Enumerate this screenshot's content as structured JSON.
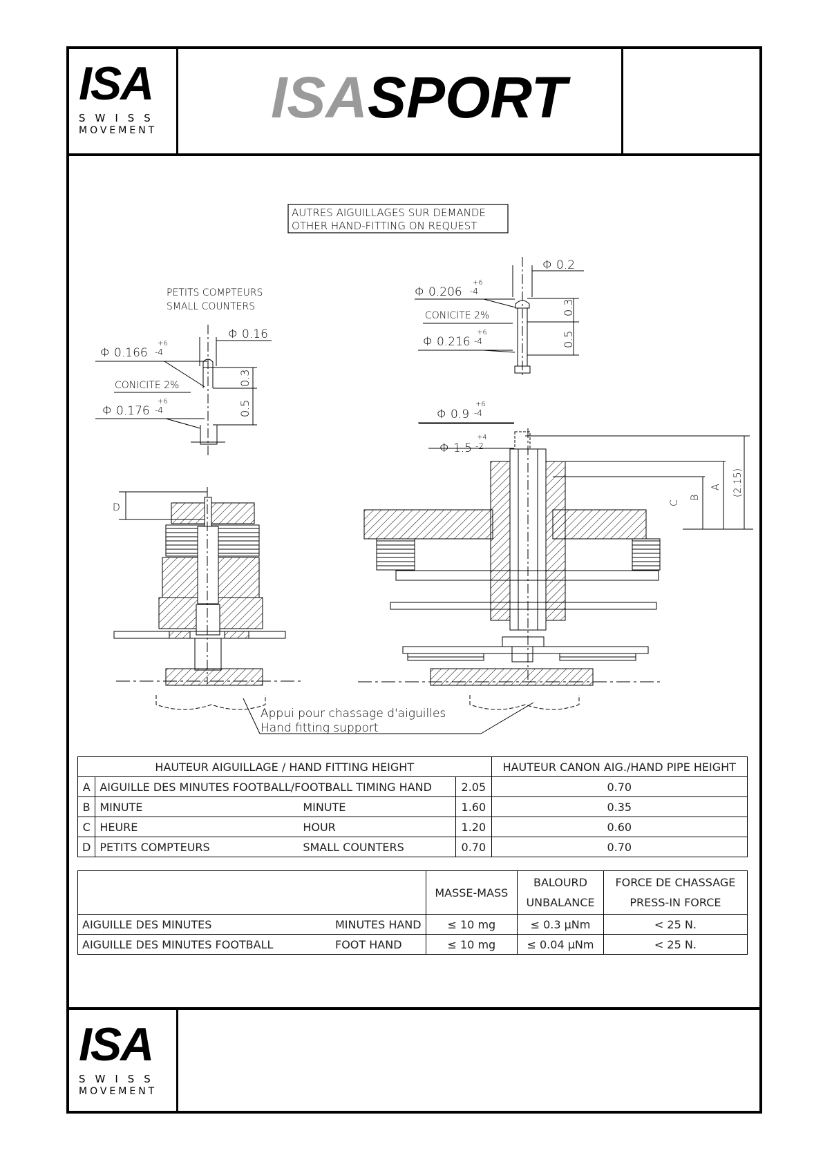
{
  "header": {
    "logo": {
      "word": "ISA",
      "line1": "SWISS",
      "line2": "MOVEMENT"
    },
    "brand": {
      "part1": "ISA",
      "part2": "SPORT"
    }
  },
  "footer": {
    "logo": {
      "word": "ISA",
      "line1": "SWISS",
      "line2": "MOVEMENT"
    }
  },
  "drawing": {
    "note_line1": "AUTRES AIGUILLAGES SUR DEMANDE",
    "note_line2": "OTHER HAND-FITTING ON REQUEST",
    "small_counters_fr": "PETITS COMPTEURS",
    "small_counters_en": "SMALL COUNTERS",
    "left_dims": {
      "phi_top": "Φ 0.16",
      "phi_166": "Φ 0.166",
      "conicite": "CONICITE 2%",
      "phi_176": "Φ 0.176",
      "tol_plus": "+6",
      "tol_minus": "-4",
      "h03": "0.3",
      "h05": "0.5",
      "label_d": "D"
    },
    "right_dims": {
      "phi_top": "Φ 0.2",
      "phi_206": "Φ 0.206",
      "conicite": "CONICITE 2%",
      "phi_216": "Φ 0.216",
      "tol_plus": "+6",
      "tol_minus": "-4",
      "h03": "0.3",
      "h05": "0.5"
    },
    "center_dims": {
      "phi_09": "Φ 0.9",
      "phi_09_plus": "+6",
      "phi_09_minus": "-4",
      "phi_15": "Φ 1.5",
      "phi_15_plus": "+4",
      "phi_15_minus": "-2",
      "label_c": "C",
      "label_b": "B",
      "label_a": "A",
      "label_215": "(2.15)"
    },
    "support_fr": "Appui pour chassage d'aiguilles",
    "support_en": "Hand fitting support"
  },
  "table_heights": {
    "header_left": "HAUTEUR AIGUILLAGE / HAND FITTING HEIGHT",
    "header_right": "HAUTEUR CANON AIG./HAND PIPE HEIGHT",
    "rows": [
      {
        "key": "A",
        "fr": "AIGUILLE DES MINUTES FOOTBALL/FOOTBALL TIMING HAND",
        "en": "",
        "height": "2.05",
        "pipe": "0.70"
      },
      {
        "key": "B",
        "fr": "MINUTE",
        "en": "MINUTE",
        "height": "1.60",
        "pipe": "0.35"
      },
      {
        "key": "C",
        "fr": "HEURE",
        "en": "HOUR",
        "height": "1.20",
        "pipe": "0.60"
      },
      {
        "key": "D",
        "fr": "PETITS COMPTEURS",
        "en": "SMALL COUNTERS",
        "height": "0.70",
        "pipe": "0.70"
      }
    ]
  },
  "table_mass": {
    "col_mass": "MASSE-MASS",
    "col_unbalance_fr": "BALOURD",
    "col_unbalance_en": "UNBALANCE",
    "col_force_fr": "FORCE DE CHASSAGE",
    "col_force_en": "PRESS-IN FORCE",
    "rows": [
      {
        "fr": "AIGUILLE DES MINUTES",
        "en": "MINUTES HAND",
        "mass": "≤ 10 mg",
        "unbalance": "≤ 0.3 μNm",
        "force": "< 25 N."
      },
      {
        "fr": "AIGUILLE DES MINUTES FOOTBALL",
        "en": "FOOT HAND",
        "mass": "≤ 10 mg",
        "unbalance": "≤ 0.04 μNm",
        "force": "< 25 N."
      }
    ]
  }
}
